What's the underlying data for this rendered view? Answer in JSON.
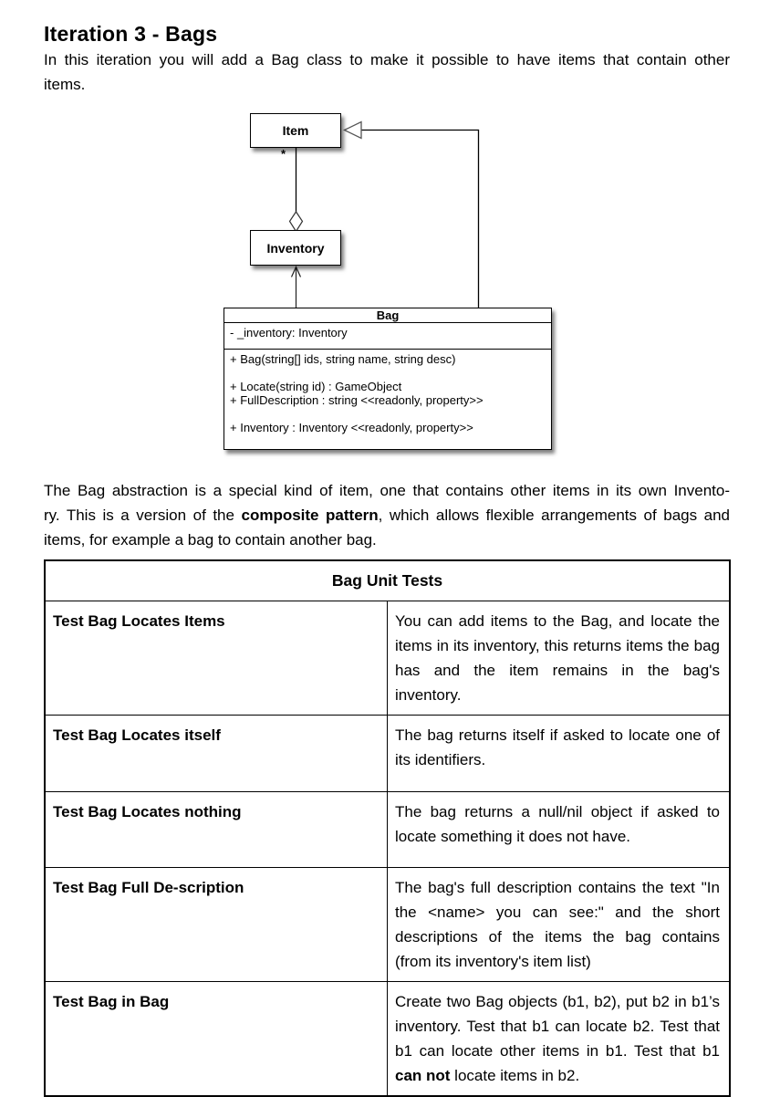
{
  "page": {
    "title": "Iteration 3 - Bags",
    "intro_lines": [
      [
        {
          "t": "In this iteration you will add a Bag class to make it possible to have items that contain other"
        }
      ],
      [
        {
          "t": "items."
        }
      ]
    ],
    "body_lines": [
      [
        {
          "t": "The Bag abstraction is a special kind of item, one that contains other items in its own Invento-"
        }
      ],
      [
        {
          "t": "ry. This is a version of the "
        },
        {
          "t": "composite pattern",
          "b": true
        },
        {
          "t": ", which allows flexible arrangements of bags and"
        }
      ],
      [
        {
          "t": "items, for example a bag to contain another bag."
        }
      ]
    ]
  },
  "diagram": {
    "item_class": "Item",
    "item_multiplicity": "*",
    "inventory_class": "Inventory",
    "bag_class": {
      "name": "Bag",
      "attributes": [
        "- _inventory: Inventory"
      ],
      "operations": [
        "+ Bag(string[] ids, string name, string desc)",
        "",
        "+ Locate(string id) : GameObject",
        "+ FullDescription : string <<readonly, property>>",
        "",
        "+ Inventory : Inventory <<readonly, property>>"
      ]
    },
    "relationships": [
      "Bag generalizes Item",
      "Inventory aggregates Item (*)",
      "Bag navigates to Inventory"
    ]
  },
  "table": {
    "header": "Bag Unit Tests",
    "rows": [
      {
        "name": "Test Bag Locates Items",
        "desc": [
          {
            "t": "You can add items to the Bag, and locate the items in its inventory, this returns items the bag has and the item remains in the bag's inventory."
          }
        ]
      },
      {
        "name": "Test Bag Locates itself",
        "desc": [
          {
            "t": "The bag returns itself if asked to locate one of its identifiers."
          }
        ]
      },
      {
        "name": "Test Bag Locates nothing",
        "desc": [
          {
            "t": "The bag returns a null/nil object if asked to locate something it does not have."
          }
        ]
      },
      {
        "name": "Test Bag Full De-scription",
        "desc": [
          {
            "t": "The bag's full description contains the text \"In the <name> you can see:\" and the short descriptions of the items the bag contains (from its inventory's item list)"
          }
        ]
      },
      {
        "name": "Test Bag in Bag",
        "desc": [
          {
            "t": "Create two Bag objects (b1, b2), put b2 in b1’s inventory. Test that b1 can locate b2. Test that b1 can locate other items in b1. Test that b1 "
          },
          {
            "t": "can not",
            "b": true
          },
          {
            "t": " locate items in b2."
          }
        ]
      }
    ]
  }
}
